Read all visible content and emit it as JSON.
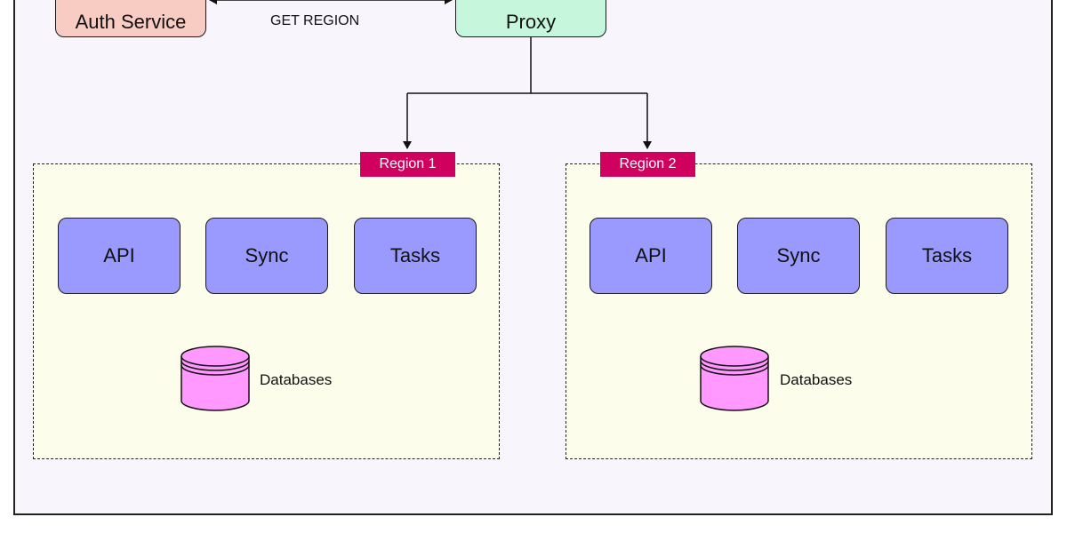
{
  "nodes": {
    "auth": "Auth Service",
    "proxy": "Proxy"
  },
  "edges": {
    "auth_proxy_label": "GET REGION"
  },
  "regions": [
    {
      "label": "Region 1",
      "services": [
        "API",
        "Sync",
        "Tasks"
      ],
      "db_label": "Databases"
    },
    {
      "label": "Region 2",
      "services": [
        "API",
        "Sync",
        "Tasks"
      ],
      "db_label": "Databases"
    }
  ],
  "colors": {
    "auth_fill": "#f8cbc3",
    "proxy_fill": "#c6f7dd",
    "service_fill": "#9999fe",
    "region_badge": "#d0005f",
    "region_fill": "#fdfdec",
    "db_fill": "#ff99ff",
    "canvas": "#f8f5fd"
  }
}
